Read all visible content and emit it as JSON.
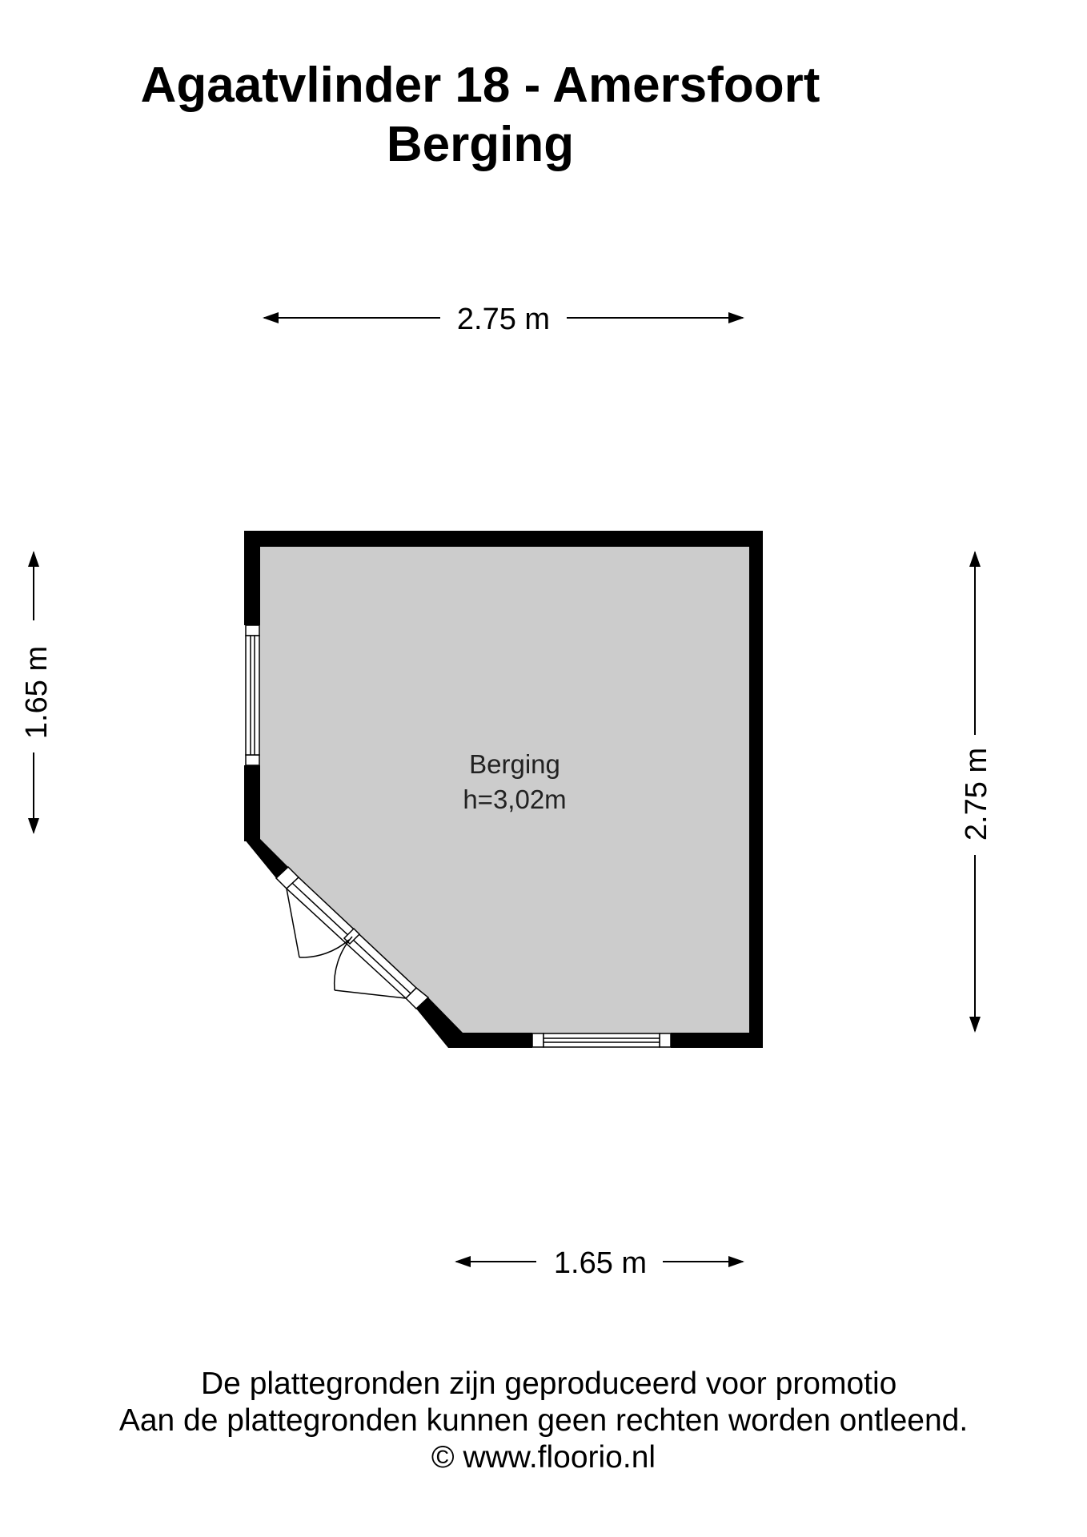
{
  "header": {
    "title": "Agaatvlinder 18 - Amersfoort",
    "subtitle": "Berging"
  },
  "room": {
    "name": "Berging",
    "height": "h=3,02m",
    "fill_color": "#cccccc",
    "wall_color": "#000000"
  },
  "dimensions": {
    "top": "2.75 m",
    "left": "1.65 m",
    "right": "2.75 m",
    "bottom": "1.65 m"
  },
  "footer": {
    "line1": "De plattegronden zijn geproduceerd voor promotio",
    "line2": "Aan de plattegronden kunnen geen rechten worden ontleend.",
    "line3": "© www.floorio.nl"
  }
}
